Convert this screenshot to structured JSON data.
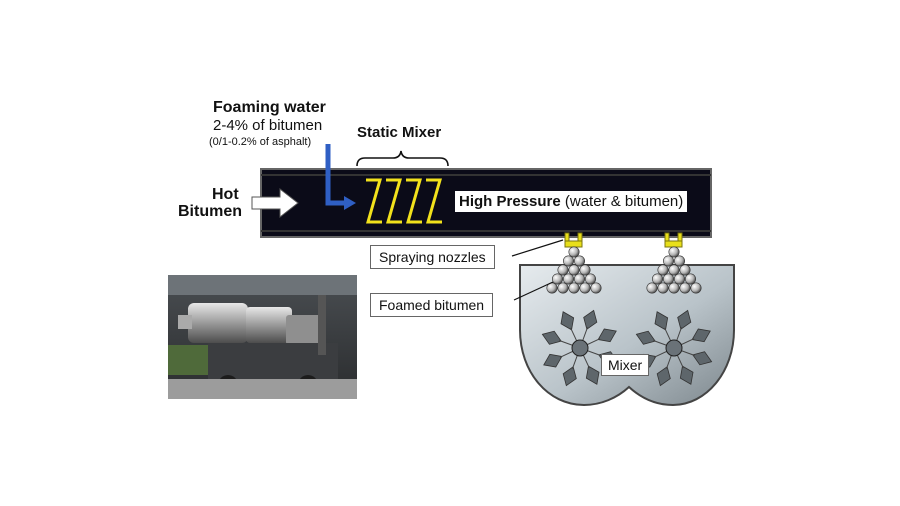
{
  "labels": {
    "foaming_water": "Foaming water",
    "foaming_water_ratio": "2-4% of bitumen",
    "foaming_water_asphalt": "(0/1-0.2% of asphalt)",
    "static_mixer": "Static Mixer",
    "hot": "Hot",
    "bitumen": "Bitumen",
    "high_pressure": "High Pressure",
    "high_pressure_detail": "(water & bitumen)",
    "spraying_nozzles": "Spraying nozzles",
    "foamed_bitumen": "Foamed bitumen",
    "mixer": "Mixer"
  },
  "colors": {
    "pipe": "#0b0b18",
    "water_line": "#2f5fc4",
    "static_mixer": "#f2e21c",
    "nozzle": "#e8df1a",
    "mixer_fill": "#b9c3c9",
    "blade": "#5e666b"
  }
}
